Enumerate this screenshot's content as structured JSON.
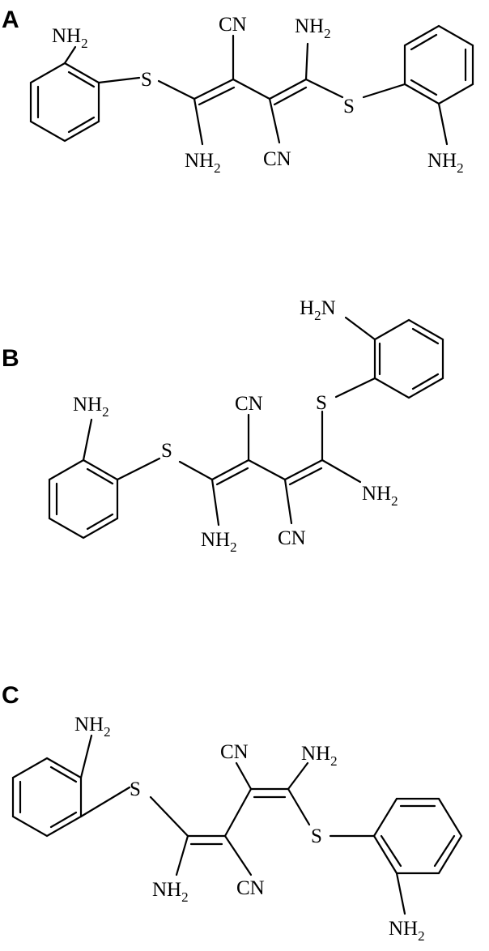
{
  "panels": [
    {
      "label": "A",
      "atoms": [
        {
          "type": "nh2_r",
          "text": "NH",
          "sub": "2"
        },
        {
          "type": "s",
          "text": "S"
        },
        {
          "type": "cn",
          "text": "CN"
        },
        {
          "type": "nh2_r",
          "text": "NH",
          "sub": "2"
        },
        {
          "type": "s",
          "text": "S"
        },
        {
          "type": "nh2_r",
          "text": "NH",
          "sub": "2"
        },
        {
          "type": "cn",
          "text": "CN"
        },
        {
          "type": "nh2_r",
          "text": "NH",
          "sub": "2"
        }
      ]
    },
    {
      "label": "B",
      "atoms": [
        {
          "type": "nh2_l",
          "text": "N",
          "pre": "H",
          "sub": "2"
        },
        {
          "type": "s",
          "text": "S"
        },
        {
          "type": "nh2_r",
          "text": "NH",
          "sub": "2"
        },
        {
          "type": "cn",
          "text": "CN"
        },
        {
          "type": "s",
          "text": "S"
        },
        {
          "type": "nh2_r",
          "text": "NH",
          "sub": "2"
        },
        {
          "type": "nh2_r",
          "text": "NH",
          "sub": "2"
        },
        {
          "type": "cn",
          "text": "CN"
        }
      ]
    },
    {
      "label": "C",
      "atoms": [
        {
          "type": "nh2_r",
          "text": "NH",
          "sub": "2"
        },
        {
          "type": "cn",
          "text": "CN"
        },
        {
          "type": "nh2_r",
          "text": "NH",
          "sub": "2"
        },
        {
          "type": "s",
          "text": "S"
        },
        {
          "type": "s",
          "text": "S"
        },
        {
          "type": "nh2_r",
          "text": "NH",
          "sub": "2"
        },
        {
          "type": "cn",
          "text": "CN"
        },
        {
          "type": "nh2_r",
          "text": "NH",
          "sub": "2"
        }
      ]
    }
  ]
}
